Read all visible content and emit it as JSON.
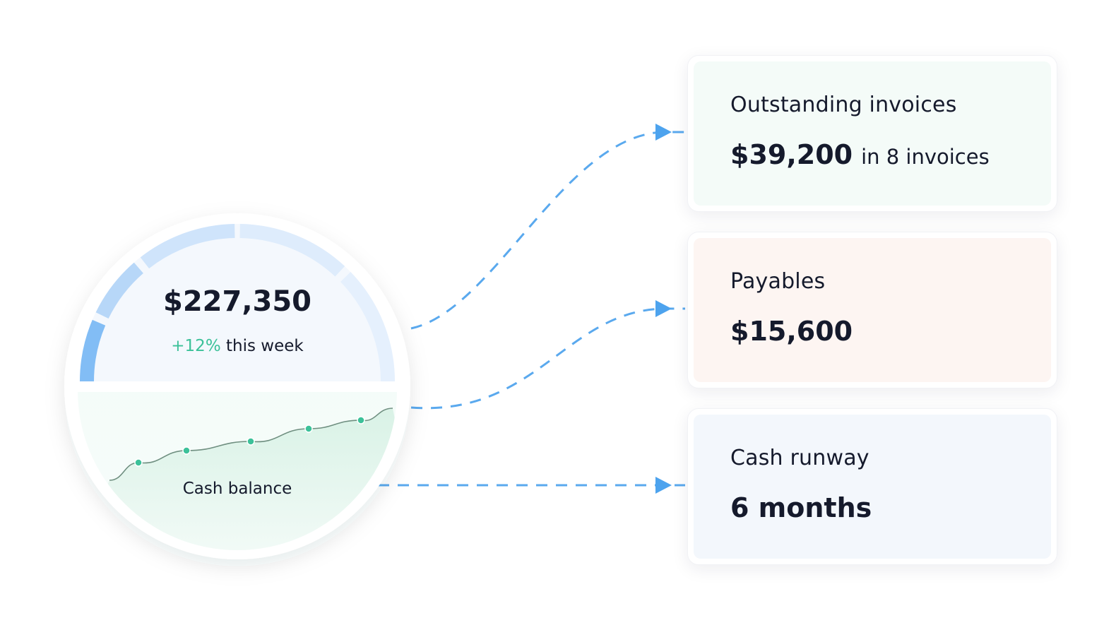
{
  "cash_widget": {
    "balance": "$227,350",
    "change": "+12%",
    "change_suffix": "this week",
    "label": "Cash balance",
    "trend_values": [
      0,
      25,
      42,
      55,
      73,
      85,
      102
    ]
  },
  "cards": [
    {
      "title": "Outstanding invoices",
      "value": "$39,200",
      "sub": "in 8 invoices"
    },
    {
      "title": "Payables",
      "value": "$15,600"
    },
    {
      "title": "Cash runway",
      "value": "6 months"
    }
  ],
  "colors": {
    "accent_blue": "#5aa9ee",
    "positive_green": "#3cc199",
    "card1_bg": "#f4fbf8",
    "card2_bg": "#fdf5f2",
    "card3_bg": "#f3f7fc"
  }
}
